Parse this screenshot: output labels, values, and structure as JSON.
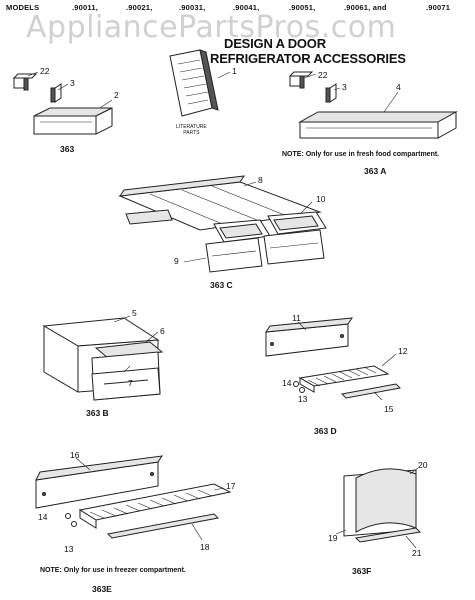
{
  "models": {
    "label": "MODELS",
    "list": [
      ".90011,",
      ".90021,",
      ".90031,",
      ".90041,",
      ".90051,",
      ".90061, and",
      ".90071"
    ]
  },
  "watermark": "AppliancePartsPros.com",
  "title": [
    "DESIGN A DOOR",
    "REFRIGERATOR ACCESSORIES"
  ],
  "literature_text": [
    "LITERATURE",
    "PARTS"
  ],
  "part_numbers": [
    "22",
    "3",
    "2",
    "1",
    "22",
    "3",
    "4",
    "8",
    "10",
    "9",
    "5",
    "6",
    "7",
    "11",
    "12",
    "14",
    "13",
    "15",
    "16",
    "17",
    "14",
    "13",
    "18",
    "20",
    "19",
    "21"
  ],
  "group_labels": [
    "363",
    "363 A",
    "363 C",
    "363 B",
    "363 D",
    "363E",
    "363F"
  ],
  "notes": {
    "fresh_food": "NOTE: Only for use in fresh food compartment.",
    "freezer": "NOTE: Only for use in freezer compartment."
  }
}
